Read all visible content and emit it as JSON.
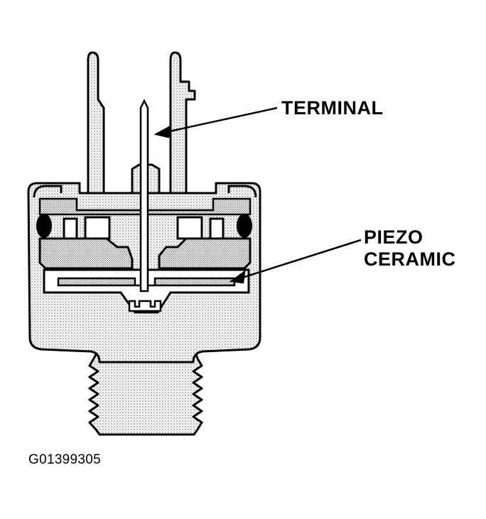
{
  "labels": {
    "terminal": "TERMINAL",
    "piezo_line1": "PIEZO",
    "piezo_line2": "CERAMIC"
  },
  "figure_id": "G01399305",
  "colors": {
    "ink": "#000000",
    "background": "#ffffff",
    "stipple": "#555555"
  }
}
